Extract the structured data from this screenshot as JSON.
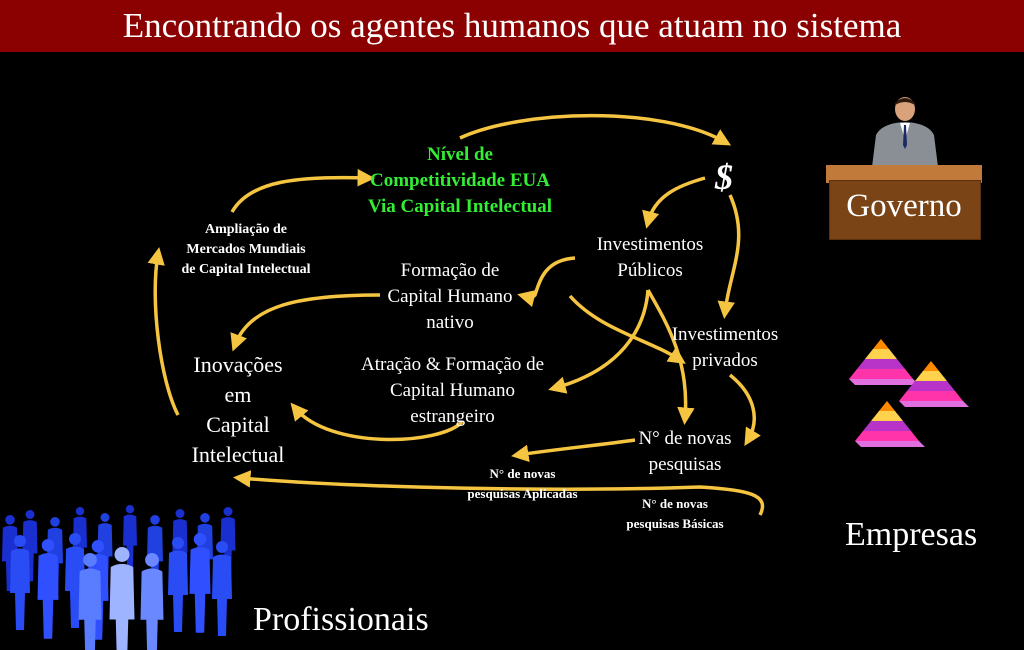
{
  "title": "Encontrando os agentes humanos que atuam no sistema",
  "agents": {
    "governo": "Governo",
    "empresas": "Empresas",
    "profissionais": "Profissionais"
  },
  "nodes": {
    "competitividade": "Nível de\nCompetitividade EUA\nVia Capital Intelectual",
    "dollar": "$",
    "investimentos_publicos": "Investimentos\nPúblicos",
    "investimentos_privados": "Investimentos\nprivados",
    "formacao_nativo": "Formação de\nCapital Humano\nnativo",
    "atracao_estrangeiro": "Atração & Formação de\nCapital Humano\nestrangeiro",
    "inovacoes": "Inovações\nem\nCapital\nIntelectual",
    "ampliacao": "Ampliação de\nMercados Mundiais\nde Capital Intelectual",
    "novas_pesquisas": "N° de novas\npesquisas",
    "pesquisas_aplicadas": "N° de novas\npesquisas Aplicadas",
    "pesquisas_basicas": "N° de novas\npesquisas Básicas"
  },
  "colors": {
    "title_bar": "#8b0000",
    "arrow": "#f5c542",
    "highlight": "#33ee33",
    "background": "#000000"
  }
}
